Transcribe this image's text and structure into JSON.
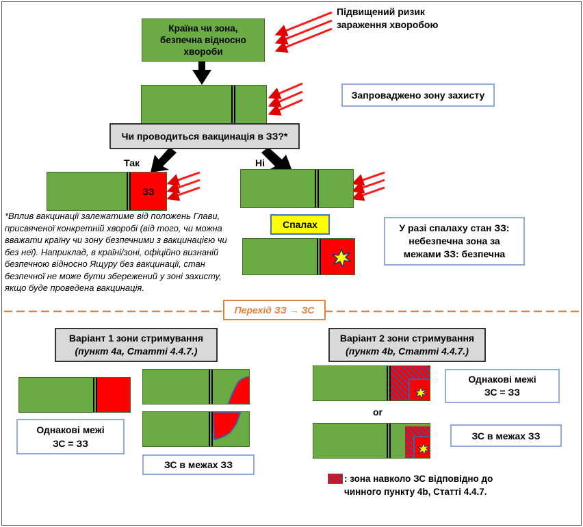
{
  "top_right_label": "Підвищений ризик\nзараження хворобою",
  "safe_country_box": "Країна чи зона,\nбезпечна відносно\nхвороби",
  "protection_zone_label": "Запроваджено зону захисту",
  "vaccination_question": "Чи проводиться вакцинація в ЗЗ?*",
  "yes_label": "Так",
  "no_label": "Ні",
  "zz_label": "ЗЗ",
  "outbreak_label": "Спалах",
  "outbreak_status": "У разі спалаху стан ЗЗ:\nнебезпечна зона за\nмежами ЗЗ: безпечна",
  "footnote": "*Вплив вакцинації залежатиме від положень Глави, присвяченої конкретній хворобі (від того, чи можна вважати країну чи зону безпечними з вакцинацією чи без неї). Наприклад, в країні/зоні, офіційно визнаній безпечною відносно Ящуру без вакцинації, стан безпечної не може бути збережений у зоні захисту, якщо буде проведена вакцинація.",
  "transition_label": "Перехід ЗЗ → ЗС",
  "variant1": {
    "title": "Варіант 1 зони стримування",
    "subtitle": "(пункт 4а, Статті 4.4.7.)"
  },
  "variant2": {
    "title": "Варіант 2 зони стримування",
    "subtitle": "(пункт 4b, Статті 4.4.7.)"
  },
  "same_borders": "Однакові межі\nЗС = ЗЗ",
  "cz_within_pz": "ЗС в межах ЗЗ",
  "or_label": "or",
  "legend_text": ": зона навколо ЗС відповідно до\nчинного пункту 4b, Статті 4.4.7.",
  "colors": {
    "green": "#6aab43",
    "red": "#ff0000",
    "orange_dash": "#e2823e",
    "blue_border": "#8ea9db",
    "yellow": "#ffff00"
  }
}
